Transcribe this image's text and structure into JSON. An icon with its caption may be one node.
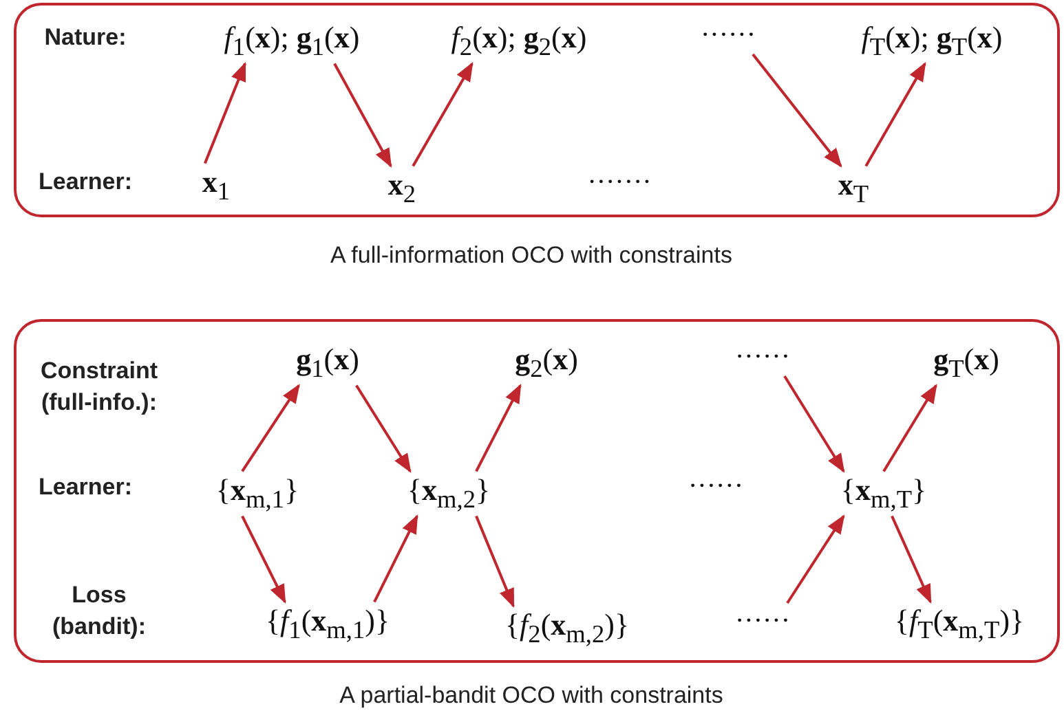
{
  "diagram": {
    "nodes": [
      {
        "text": [],
        "shape": "box",
        "beside": [
          "A full-information OCO with constraints"
        ]
      },
      {
        "text": [
          "*f*$_{1}$(**x**); **g**$_{1}$(**x**)"
        ],
        "in": 0
      },
      {
        "text": [
          "*f*$_{2}$(**x**); **g**$_{2}$(**x**)"
        ],
        "in": 0
      },
      {
        "text": [
          "······"
        ],
        "in": 0
      },
      {
        "text": [
          "*f*$_{T}$(**x**); **g**$_{T}$(**x**)"
        ],
        "in": 0
      },
      {
        "text": [
          "**x**$_{1}$"
        ],
        "in": 0
      },
      {
        "text": [
          "**x**$_{2}$"
        ],
        "in": 0
      },
      {
        "text": [
          "**x**$_{T}$"
        ],
        "in": 0
      },
      {
        "text": [],
        "shape": "box",
        "beside": [
          "A partial-bandit OCO with constraints"
        ]
      },
      {
        "text": [
          "**g**$_{1}$(**x**)"
        ],
        "in": 8
      },
      {
        "text": [
          "**g**$_{2}$(**x**)"
        ],
        "in": 8
      },
      {
        "text": [
          "······"
        ],
        "in": 8
      },
      {
        "text": [
          "**g**$_{T}$(**x**)"
        ],
        "in": 8
      },
      {
        "text": [
          "{**x**$_{m,1}$}"
        ],
        "in": 8
      },
      {
        "text": [
          "{**x**$_{m,2}$}"
        ],
        "in": 8
      },
      {
        "text": [
          "{**x**$_{m,T}$}"
        ],
        "in": 8
      },
      {
        "text": [
          "{*f*$_{1}$(**x**$_{m,1}$)}"
        ],
        "in": 8
      },
      {
        "text": [
          "{*f*$_{2}$(**x**$_{m,2}$)}"
        ],
        "in": 8
      },
      {
        "text": [
          "······"
        ],
        "in": 8
      },
      {
        "text": [
          "{*f*$_{T}$(**x**$_{m,T}$)}"
        ],
        "in": 8
      }
    ],
    "edges": [
      {
        "from": 5,
        "to": 1,
        "arrow": "to"
      },
      {
        "from": 1,
        "to": 6,
        "arrow": "to"
      },
      {
        "from": 6,
        "to": 2,
        "arrow": "to"
      },
      {
        "from": 3,
        "to": 7,
        "arrow": "to"
      },
      {
        "from": 7,
        "to": 4,
        "arrow": "to"
      },
      {
        "from": 13,
        "to": 9,
        "arrow": "to"
      },
      {
        "from": 9,
        "to": 14,
        "arrow": "to"
      },
      {
        "from": 14,
        "to": 10,
        "arrow": "to"
      },
      {
        "from": 11,
        "to": 15,
        "arrow": "to"
      },
      {
        "from": 15,
        "to": 12,
        "arrow": "to"
      },
      {
        "from": 13,
        "to": 16,
        "arrow": "to"
      },
      {
        "from": 16,
        "to": 14,
        "arrow": "to"
      },
      {
        "from": 14,
        "to": 17,
        "arrow": "to"
      },
      {
        "from": 18,
        "to": 15,
        "arrow": "to"
      },
      {
        "from": 15,
        "to": 19,
        "arrow": "to"
      }
    ],
    "labels": [
      "Nature:",
      "Learner:",
      "·······",
      "Constraint (full-info.):",
      "Learner:",
      "······",
      "Loss (bandit):"
    ]
  }
}
